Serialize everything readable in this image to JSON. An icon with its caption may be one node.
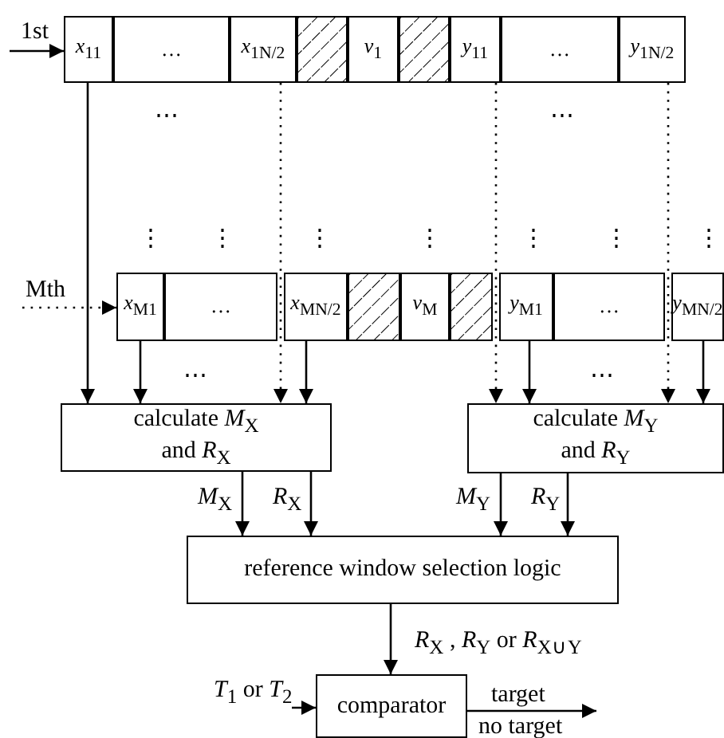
{
  "diagram": {
    "nodes": [
      {
        "text": [
          "*x*$_{11}$"
        ]
      },
      {
        "text": [
          "…"
        ]
      },
      {
        "text": [
          "*x*$_{1N/2}$"
        ]
      },
      {
        "text": [],
        "shape": "box"
      },
      {
        "text": [
          "*v*$_{1}$"
        ]
      },
      {
        "text": [],
        "shape": "box"
      },
      {
        "text": [
          "*y*$_{11}$"
        ]
      },
      {
        "text": [
          "…"
        ]
      },
      {
        "text": [
          "*y*$_{1N/2}$"
        ]
      },
      {
        "text": [
          "*x*$_{M1}$"
        ]
      },
      {
        "text": [
          "…"
        ]
      },
      {
        "text": [
          "*x*$_{MN/2}$"
        ]
      },
      {
        "text": [],
        "shape": "box"
      },
      {
        "text": [
          "*v*$_{M}$"
        ]
      },
      {
        "text": [],
        "shape": "box"
      },
      {
        "text": [
          "*y*$_{M1}$"
        ]
      },
      {
        "text": [
          "…"
        ]
      },
      {
        "text": [
          "*y*$_{MN/2}$"
        ]
      },
      {
        "text": [
          "calculate *M*$_{X}$ and *R*$_{X}$"
        ]
      },
      {
        "text": [
          "calculate *M*$_{Y}$ and *R*$_{Y}$"
        ]
      },
      {
        "text": [
          "reference window selection logic"
        ]
      },
      {
        "text": [
          "comparator"
        ]
      }
    ],
    "edges": [
      {
        "from": null,
        "to": 0,
        "arrow": "to",
        "label": "1st"
      },
      {
        "from": null,
        "to": 9,
        "arrow": "to",
        "label": "Mth",
        "style": "dashed"
      },
      {
        "from": 0,
        "to": 18,
        "arrow": "to"
      },
      {
        "from": 9,
        "to": 18,
        "arrow": "to"
      },
      {
        "from": 2,
        "to": 18,
        "arrow": "to",
        "style": "dashed"
      },
      {
        "from": 11,
        "to": 18,
        "arrow": "to"
      },
      {
        "from": 6,
        "to": 19,
        "arrow": "to",
        "style": "dashed"
      },
      {
        "from": 15,
        "to": 19,
        "arrow": "to"
      },
      {
        "from": 8,
        "to": 19,
        "arrow": "to",
        "style": "dashed"
      },
      {
        "from": 17,
        "to": 19,
        "arrow": "to"
      },
      {
        "from": 18,
        "to": 20,
        "arrow": "to",
        "label": "*M*$_{X}$"
      },
      {
        "from": 18,
        "to": 20,
        "arrow": "to",
        "label": "*R*$_{X}$"
      },
      {
        "from": 19,
        "to": 20,
        "arrow": "to",
        "label": "*M*$_{Y}$"
      },
      {
        "from": 19,
        "to": 20,
        "arrow": "to",
        "label": "*R*$_{Y}$"
      },
      {
        "from": 20,
        "to": 21,
        "arrow": "to",
        "label": "*R*$_{X}$ , *R*$_{Y}$ or *R*$_{X∪Y}$"
      },
      {
        "from": null,
        "to": 21,
        "arrow": "to",
        "label": "*T*$_{1}$ or *T*$_{2}$"
      },
      {
        "from": 21,
        "to": null,
        "arrow": "to",
        "label": "target"
      }
    ],
    "labels": [
      "⋯",
      "⋯",
      "⋮",
      "⋮",
      "⋮",
      "⋮",
      "⋮",
      "⋮",
      "⋮",
      "⋯",
      "⋯",
      "no target"
    ]
  }
}
